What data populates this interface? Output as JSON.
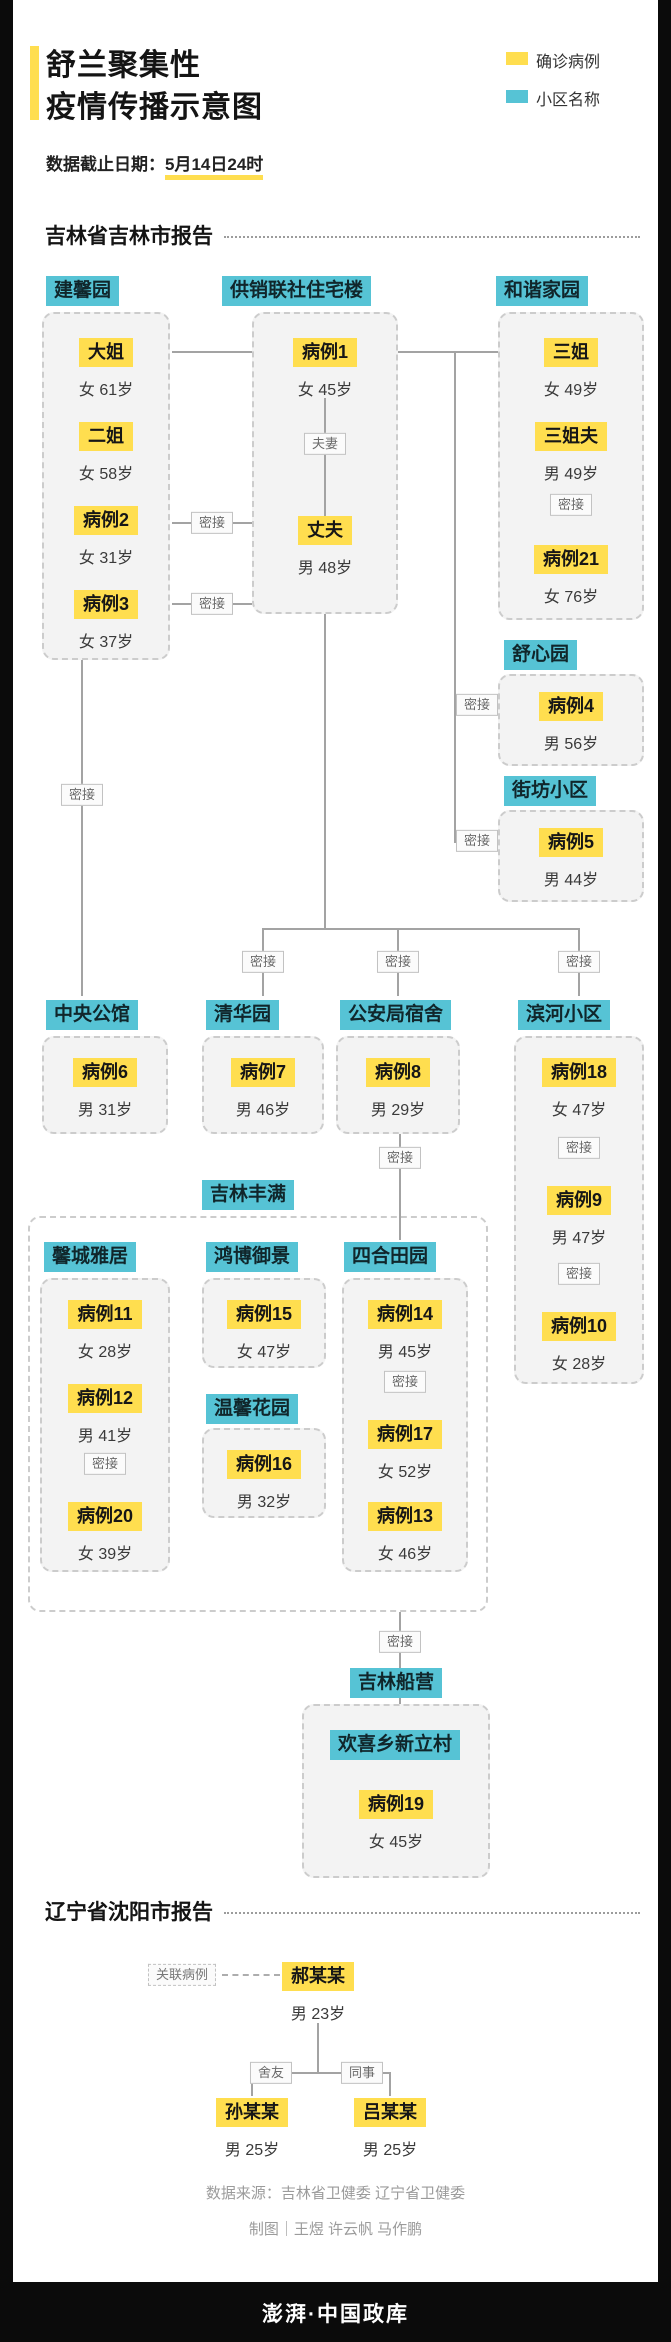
{
  "header": {
    "title_line1": "舒兰聚集性",
    "title_line2": "疫情传播示意图",
    "date_prefix": "数据截止日期：",
    "date_value": "5月14日24时"
  },
  "legend": {
    "confirmed_label": "确诊病例",
    "community_label": "小区名称"
  },
  "colors": {
    "confirmed": "#ffde4f",
    "community": "#56c3d5"
  },
  "sections": {
    "jilin": "吉林省吉林市报告",
    "liaoning": "辽宁省沈阳市报告"
  },
  "connectors": {
    "close_contact": "密接",
    "couple": "夫妻",
    "related_case": "关联病例",
    "roommate": "舍友",
    "colleague": "同事"
  },
  "groups": {
    "jianxinyuan": {
      "name": "建馨园",
      "cases": [
        {
          "name": "大姐",
          "info": "女 61岁"
        },
        {
          "name": "二姐",
          "info": "女 58岁"
        },
        {
          "name": "病例2",
          "info": "女 31岁"
        },
        {
          "name": "病例3",
          "info": "女 37岁"
        }
      ]
    },
    "gongxiaolianshe": {
      "name": "供销联社住宅楼",
      "cases": [
        {
          "name": "病例1",
          "info": "女 45岁"
        },
        {
          "name": "丈夫",
          "info": "男 48岁"
        }
      ]
    },
    "hexiejiayuan": {
      "name": "和谐家园",
      "cases": [
        {
          "name": "三姐",
          "info": "女 49岁"
        },
        {
          "name": "三姐夫",
          "info": "男 49岁"
        },
        {
          "name": "病例21",
          "info": "女 76岁"
        }
      ]
    },
    "shuxinyuan": {
      "name": "舒心园",
      "cases": [
        {
          "name": "病例4",
          "info": "男 56岁"
        }
      ]
    },
    "jiefangxiaoqu": {
      "name": "街坊小区",
      "cases": [
        {
          "name": "病例5",
          "info": "男 44岁"
        }
      ]
    },
    "zhongyanggongguan": {
      "name": "中央公馆",
      "cases": [
        {
          "name": "病例6",
          "info": "男 31岁"
        }
      ]
    },
    "qinghuayuan": {
      "name": "清华园",
      "cases": [
        {
          "name": "病例7",
          "info": "男 46岁"
        }
      ]
    },
    "gonganjusushe": {
      "name": "公安局宿舍",
      "cases": [
        {
          "name": "病例8",
          "info": "男 29岁"
        }
      ]
    },
    "binhexiaoqu": {
      "name": "滨河小区",
      "cases": [
        {
          "name": "病例18",
          "info": "女 47岁"
        },
        {
          "name": "病例9",
          "info": "男 47岁"
        },
        {
          "name": "病例10",
          "info": "女 28岁"
        }
      ]
    },
    "jilinfengman": {
      "name": "吉林丰满"
    },
    "xinchengyaju": {
      "name": "馨城雅居",
      "cases": [
        {
          "name": "病例11",
          "info": "女 28岁"
        },
        {
          "name": "病例12",
          "info": "男 41岁"
        },
        {
          "name": "病例20",
          "info": "女 39岁"
        }
      ]
    },
    "hongboyujing": {
      "name": "鸿博御景",
      "cases": [
        {
          "name": "病例15",
          "info": "女 47岁"
        }
      ]
    },
    "wenxinhuayuan": {
      "name": "温馨花园",
      "cases": [
        {
          "name": "病例16",
          "info": "男 32岁"
        }
      ]
    },
    "sihetianyuan": {
      "name": "四合田园",
      "cases": [
        {
          "name": "病例14",
          "info": "男 45岁"
        },
        {
          "name": "病例17",
          "info": "女 52岁"
        },
        {
          "name": "病例13",
          "info": "女 46岁"
        }
      ]
    },
    "jilinchuanying": {
      "name": "吉林船营"
    },
    "huanxixiangxinlicun": {
      "name": "欢喜乡新立村",
      "cases": [
        {
          "name": "病例19",
          "info": "女 45岁"
        }
      ]
    }
  },
  "liaoning_cases": {
    "hao": {
      "name": "郝某某",
      "info": "男 23岁"
    },
    "sun": {
      "name": "孙某某",
      "info": "男 25岁"
    },
    "lyu": {
      "name": "吕某某",
      "info": "男 25岁"
    }
  },
  "footer": {
    "source": "数据来源：吉林省卫健委 辽宁省卫健委",
    "credits": "制图｜王煜 许云帆 马作鹏",
    "logo": "澎湃·中国政库"
  }
}
